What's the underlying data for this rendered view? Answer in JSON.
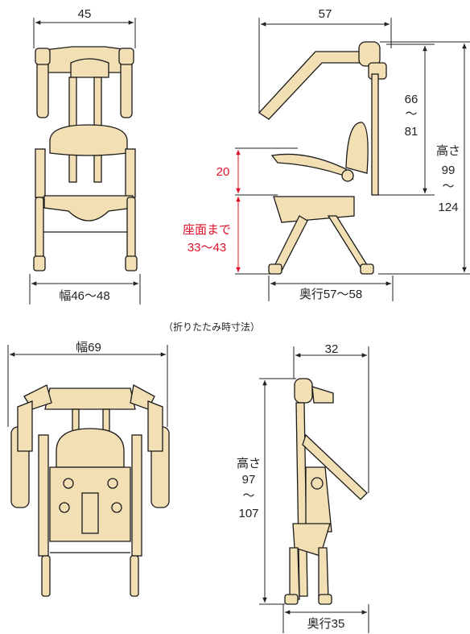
{
  "colors": {
    "body": "#f2dfb4",
    "line": "#1a1a1a",
    "dim": "#222222",
    "red": "#e0102a"
  },
  "front": {
    "top_width": "45",
    "bottom_width": "幅46〜48"
  },
  "side": {
    "depth_top": "57",
    "armrest_h_a": "66",
    "armrest_tilde": "〜",
    "armrest_h_b": "81",
    "seat_to_arm": "20",
    "seat_label": "座面まで",
    "seat_range": "33〜43",
    "height_label": "高さ",
    "height_a": "99",
    "height_tilde": "〜",
    "height_b": "124",
    "depth_bottom": "奥行57〜58"
  },
  "folded_caption": "（折りたたみ時寸法）",
  "folded_front": {
    "width": "幅69"
  },
  "folded_side": {
    "depth_top": "32",
    "height_label": "高さ",
    "height_a": "97",
    "height_tilde": "〜",
    "height_b": "107",
    "depth_bottom": "奥行35"
  }
}
